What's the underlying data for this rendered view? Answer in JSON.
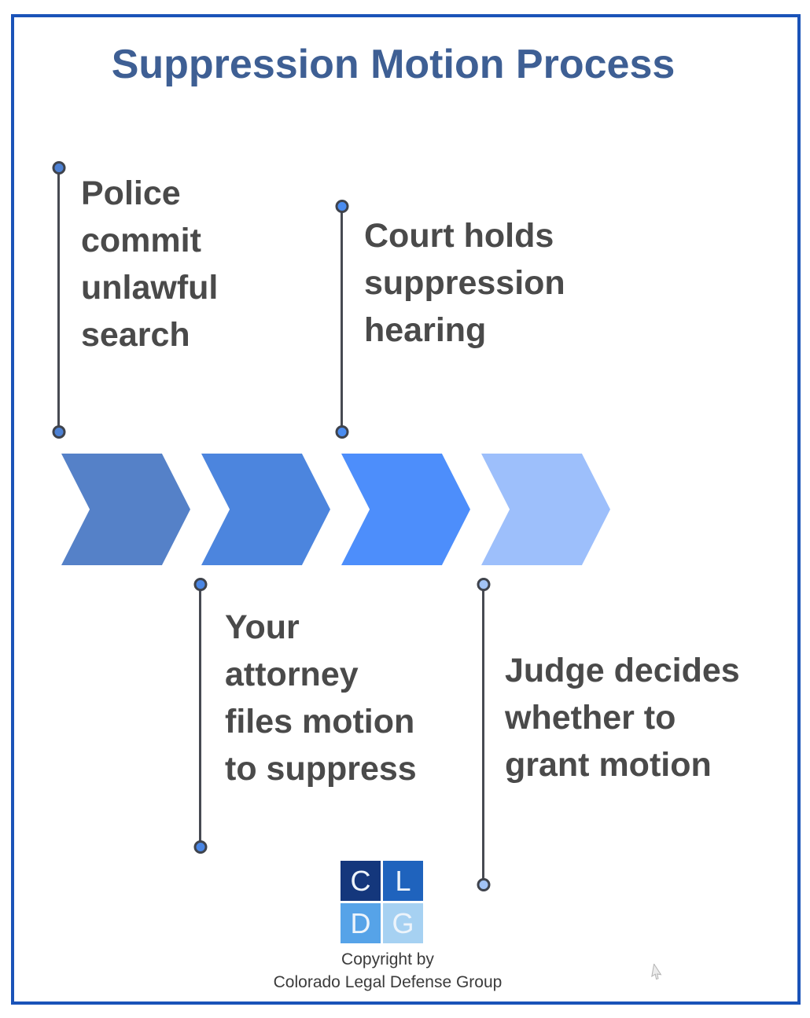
{
  "title": "Suppression Motion Process",
  "steps": [
    {
      "label": "Police\ncommit\nunlawful\nsearch",
      "chevron_color": "#5581c8",
      "dot_color": "#4d81d4"
    },
    {
      "label": "Your\nattorney\nfiles motion\nto suppress",
      "chevron_color": "#4c85de",
      "dot_color": "#4a86e4"
    },
    {
      "label": "Court holds\nsuppression\nhearing",
      "chevron_color": "#4d8efb",
      "dot_color": "#4a8cf0"
    },
    {
      "label": "Judge decides\nwhether to\ngrant motion",
      "chevron_color": "#9dbffb",
      "dot_color": "#a2c3f5"
    }
  ],
  "logo": {
    "letters": [
      "C",
      "L",
      "D",
      "G"
    ],
    "colors": [
      "#14377c",
      "#1f63bd",
      "#56a3e8",
      "#a6d1f2"
    ]
  },
  "footer": {
    "line1": "Copyright by",
    "line2": "Colorado Legal Defense Group"
  },
  "theme": {
    "border_color": "#1a53b8",
    "title_color": "#3e5f94",
    "text_color": "#4a4a4a",
    "connector_color": "#474a52"
  }
}
